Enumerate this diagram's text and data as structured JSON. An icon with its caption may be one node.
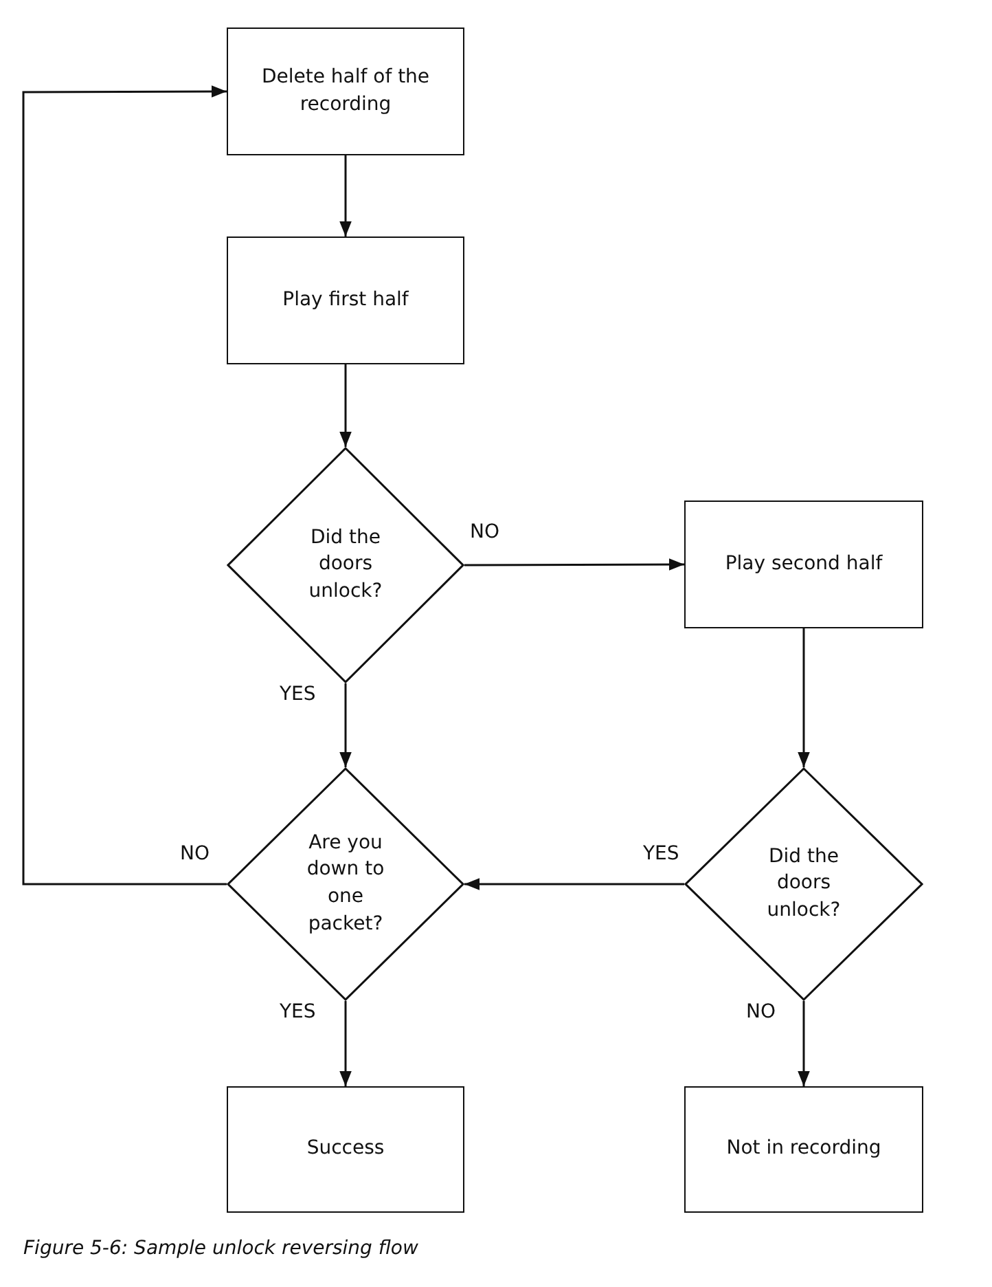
{
  "diagram": {
    "caption": "Figure 5-6: Sample unlock reversing flow",
    "nodes": [
      {
        "text": [
          "Delete half of the recording"
        ]
      },
      {
        "text": [
          "Play first half"
        ]
      },
      {
        "text": [
          "Did the doors unlock?"
        ]
      },
      {
        "text": [
          "Play second half"
        ]
      },
      {
        "text": [
          "Are you down to one packet?"
        ]
      },
      {
        "text": [
          "Did the doors unlock?"
        ]
      },
      {
        "text": [
          "Success"
        ]
      },
      {
        "text": [
          "Not in recording"
        ]
      }
    ],
    "edges": [
      {
        "from": 0,
        "to": 1,
        "arrow": "to"
      },
      {
        "from": 1,
        "to": 2,
        "arrow": "to"
      },
      {
        "from": 2,
        "to": 3,
        "arrow": "to",
        "label": "NO"
      },
      {
        "from": 2,
        "to": 4,
        "arrow": "to",
        "label": "YES"
      },
      {
        "from": 3,
        "to": 5,
        "arrow": "to"
      },
      {
        "from": 5,
        "to": 4,
        "arrow": "to",
        "label": "YES"
      },
      {
        "from": 4,
        "to": 0,
        "arrow": "to",
        "label": "NO"
      },
      {
        "from": 4,
        "to": 6,
        "arrow": "to",
        "label": "YES"
      },
      {
        "from": 5,
        "to": 7,
        "arrow": "to",
        "label": "NO"
      }
    ]
  }
}
